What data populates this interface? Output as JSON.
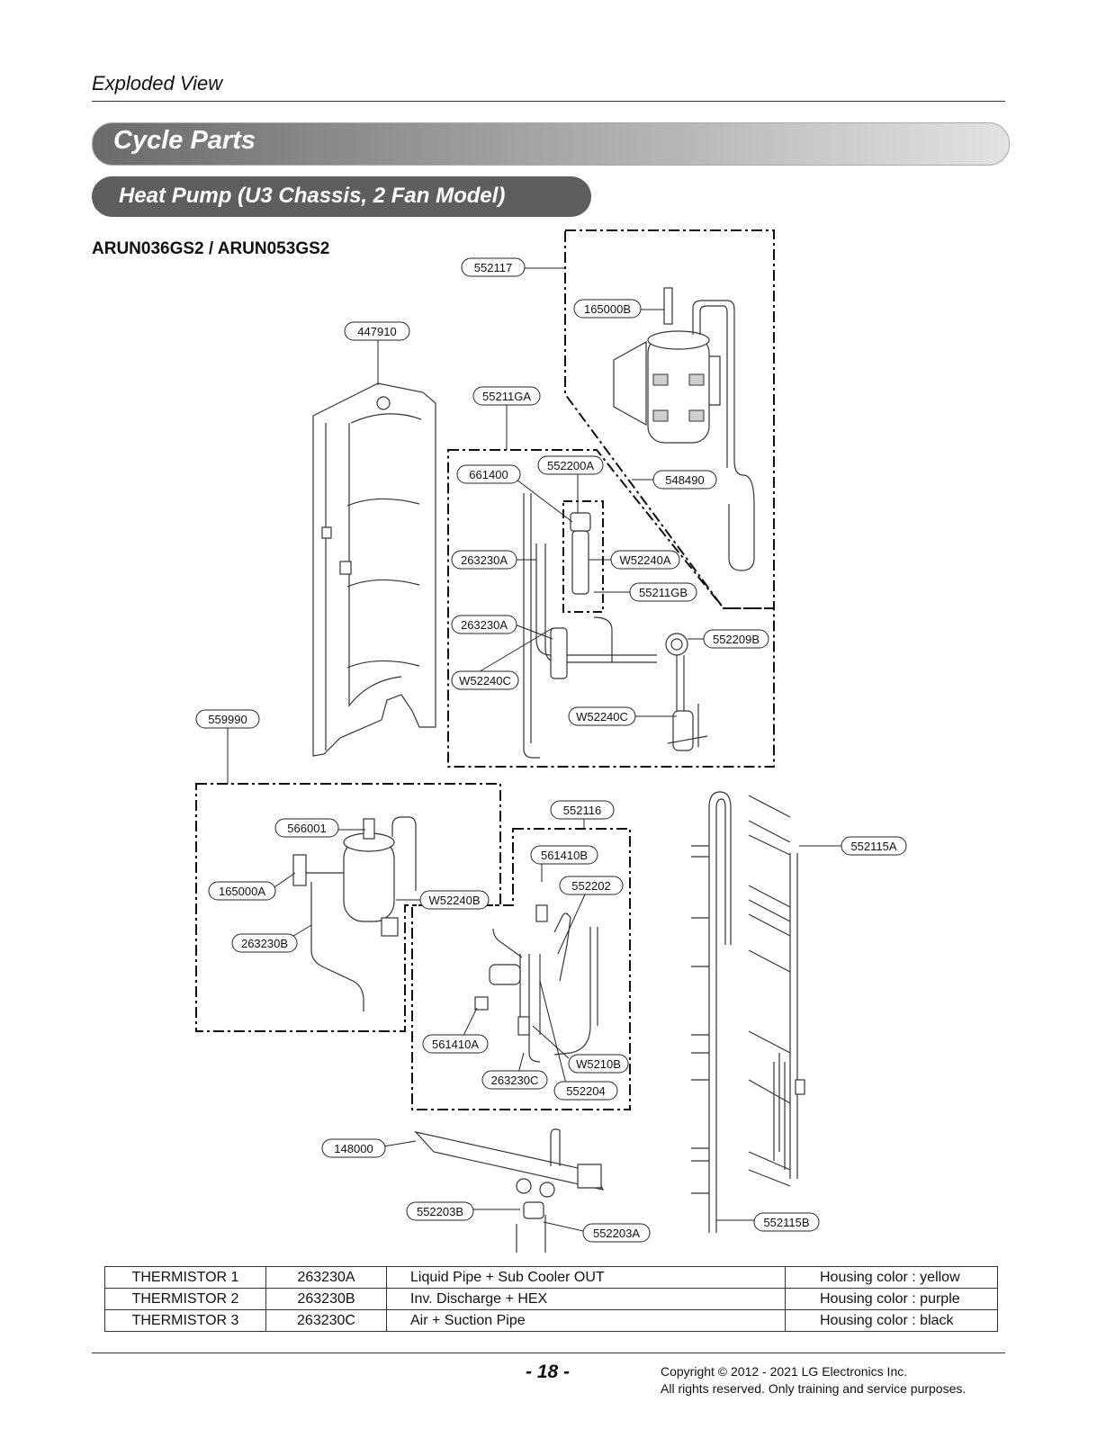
{
  "header": {
    "section": "Exploded View"
  },
  "banner": {
    "title": "Cycle Parts"
  },
  "subbanner": {
    "title": "Heat Pump (U3 Chassis, 2 Fan Model)"
  },
  "model": {
    "title": "ARUN036GS2 / ARUN053GS2"
  },
  "callouts": {
    "c552117": "552117",
    "c165000B": "165000B",
    "c447910": "447910",
    "c55211GA": "55211GA",
    "c548490": "548490",
    "c661400": "661400",
    "c552200A": "552200A",
    "c263230A_1": "263230A",
    "cW52240A": "W52240A",
    "c55211GB": "55211GB",
    "c263230A_2": "263230A",
    "c552209B": "552209B",
    "cW52240C_1": "W52240C",
    "cW52240C_2": "W52240C",
    "c559990": "559990",
    "c552116": "552116",
    "c566001": "566001",
    "c561410B": "561410B",
    "c552115A": "552115A",
    "c165000A": "165000A",
    "c552202": "552202",
    "cW52240B": "W52240B",
    "c263230B": "263230B",
    "c561410A": "561410A",
    "cW5210B": "W5210B",
    "c263230C": "263230C",
    "c552204": "552204",
    "c148000": "148000",
    "c552203B": "552203B",
    "c552203A": "552203A",
    "c552115B": "552115B"
  },
  "thermistors": [
    {
      "name": "THERMISTOR 1",
      "code": "263230A",
      "location": "Liquid Pipe  +  Sub Cooler OUT",
      "housing": "Housing color : yellow"
    },
    {
      "name": "THERMISTOR 2",
      "code": "263230B",
      "location": "Inv. Discharge + HEX",
      "housing": "Housing color : purple"
    },
    {
      "name": "THERMISTOR 3",
      "code": "263230C",
      "location": "Air + Suction Pipe",
      "housing": "Housing color : black"
    }
  ],
  "footer": {
    "page": "- 18 -",
    "copyright": "Copyright © 2012 - 2021 LG Electronics Inc.",
    "rights": "All rights reserved. Only training and service purposes."
  }
}
